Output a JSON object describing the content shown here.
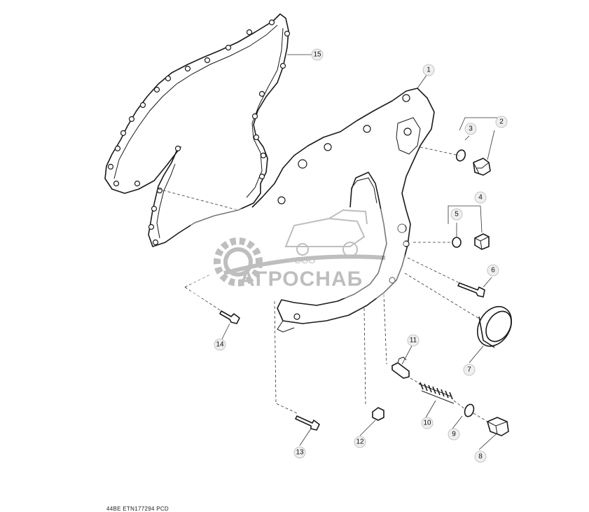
{
  "callouts": [
    {
      "number": "1"
    },
    {
      "number": "2"
    },
    {
      "number": "3"
    },
    {
      "number": "4"
    },
    {
      "number": "5"
    },
    {
      "number": "6"
    },
    {
      "number": "7"
    },
    {
      "number": "8"
    },
    {
      "number": "9"
    },
    {
      "number": "10"
    },
    {
      "number": "11"
    },
    {
      "number": "12"
    },
    {
      "number": "13"
    },
    {
      "number": "14"
    },
    {
      "number": "15"
    }
  ],
  "watermark": {
    "org_prefix": "ООО",
    "company_name": "АГРОСНАБ"
  },
  "footer_code": "44BE ETN177294 PCD"
}
